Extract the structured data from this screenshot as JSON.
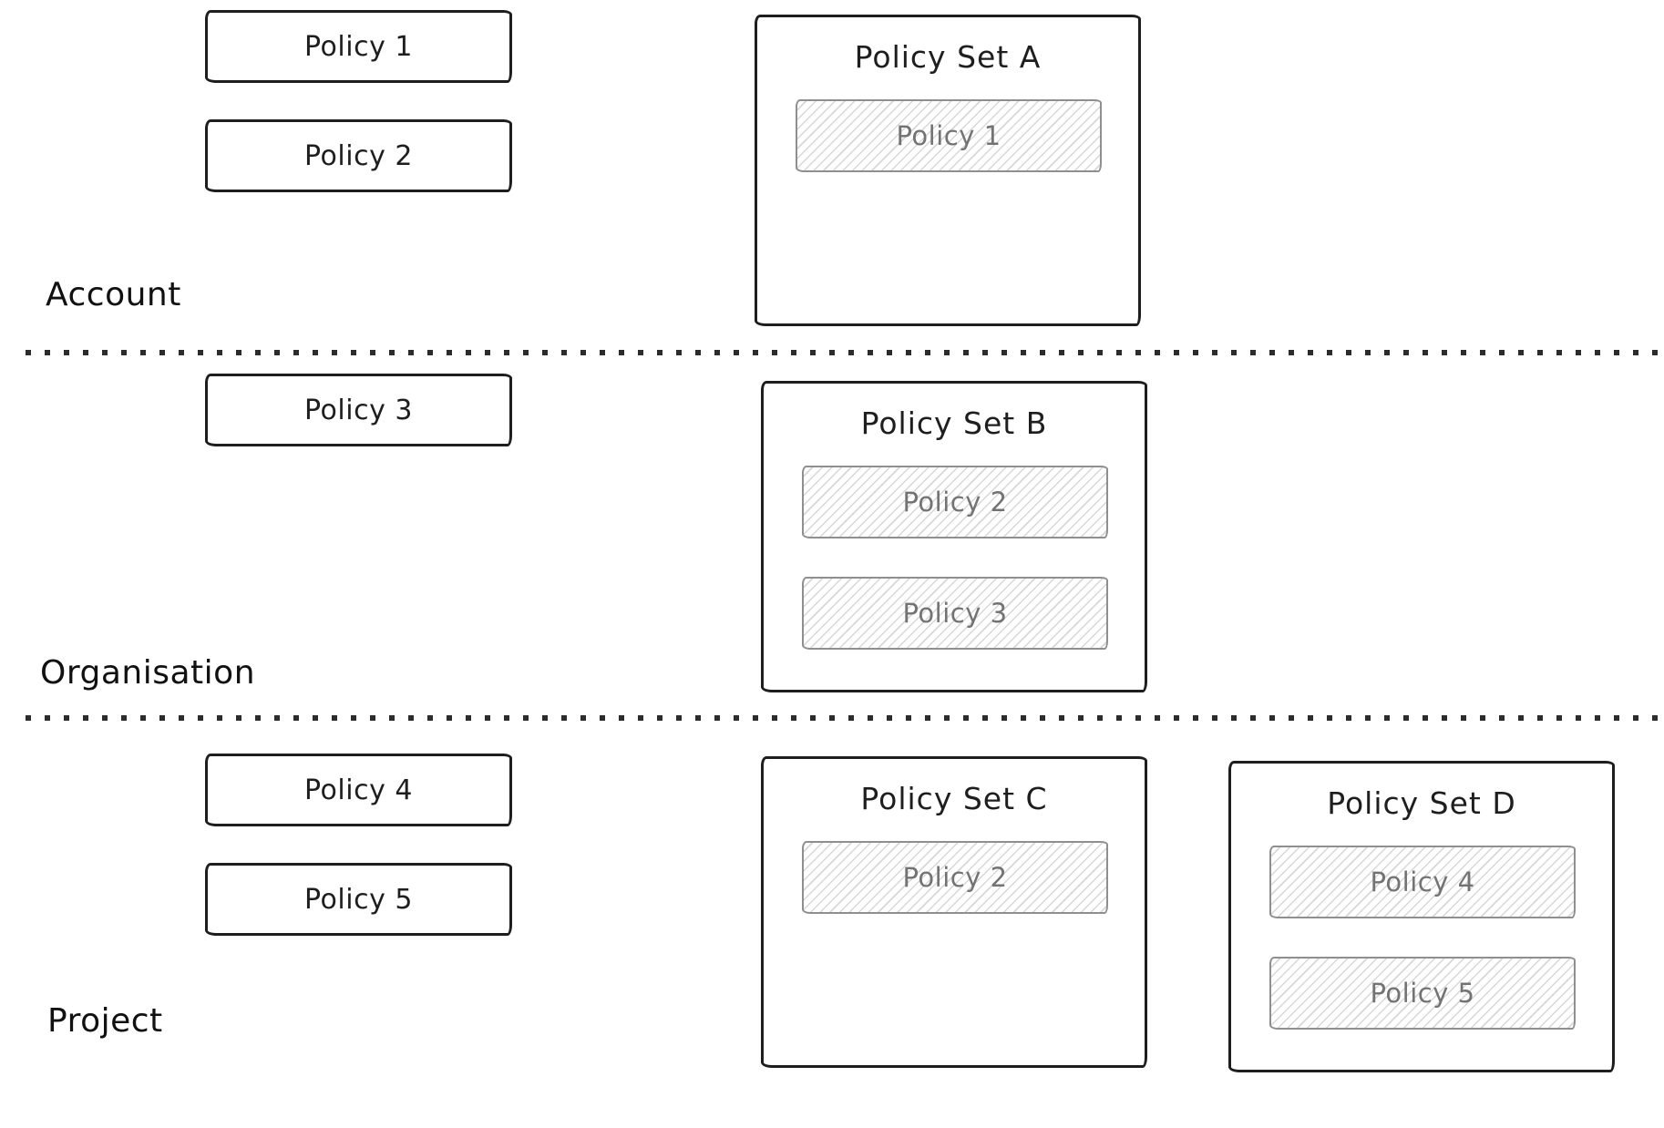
{
  "diagram": {
    "description_colors": {
      "ink": "#1e1e1e",
      "muted_border": "#8f8f8f",
      "muted_text": "#737373",
      "hatch_line": "#d7d7d7",
      "background": "#ffffff"
    }
  },
  "tiers": [
    {
      "label": "Account",
      "policies": [
        "Policy 1",
        "Policy 2"
      ],
      "policy_sets": [
        {
          "title": "Policy Set A",
          "members": [
            "Policy 1"
          ]
        }
      ]
    },
    {
      "label": "Organisation",
      "policies": [
        "Policy 3"
      ],
      "policy_sets": [
        {
          "title": "Policy Set B",
          "members": [
            "Policy 2",
            "Policy 3"
          ]
        }
      ]
    },
    {
      "label": "Project",
      "policies": [
        "Policy 4",
        "Policy 5"
      ],
      "policy_sets": [
        {
          "title": "Policy Set C",
          "members": [
            "Policy 2"
          ]
        },
        {
          "title": "Policy Set D",
          "members": [
            "Policy 4",
            "Policy 5"
          ]
        }
      ]
    }
  ]
}
